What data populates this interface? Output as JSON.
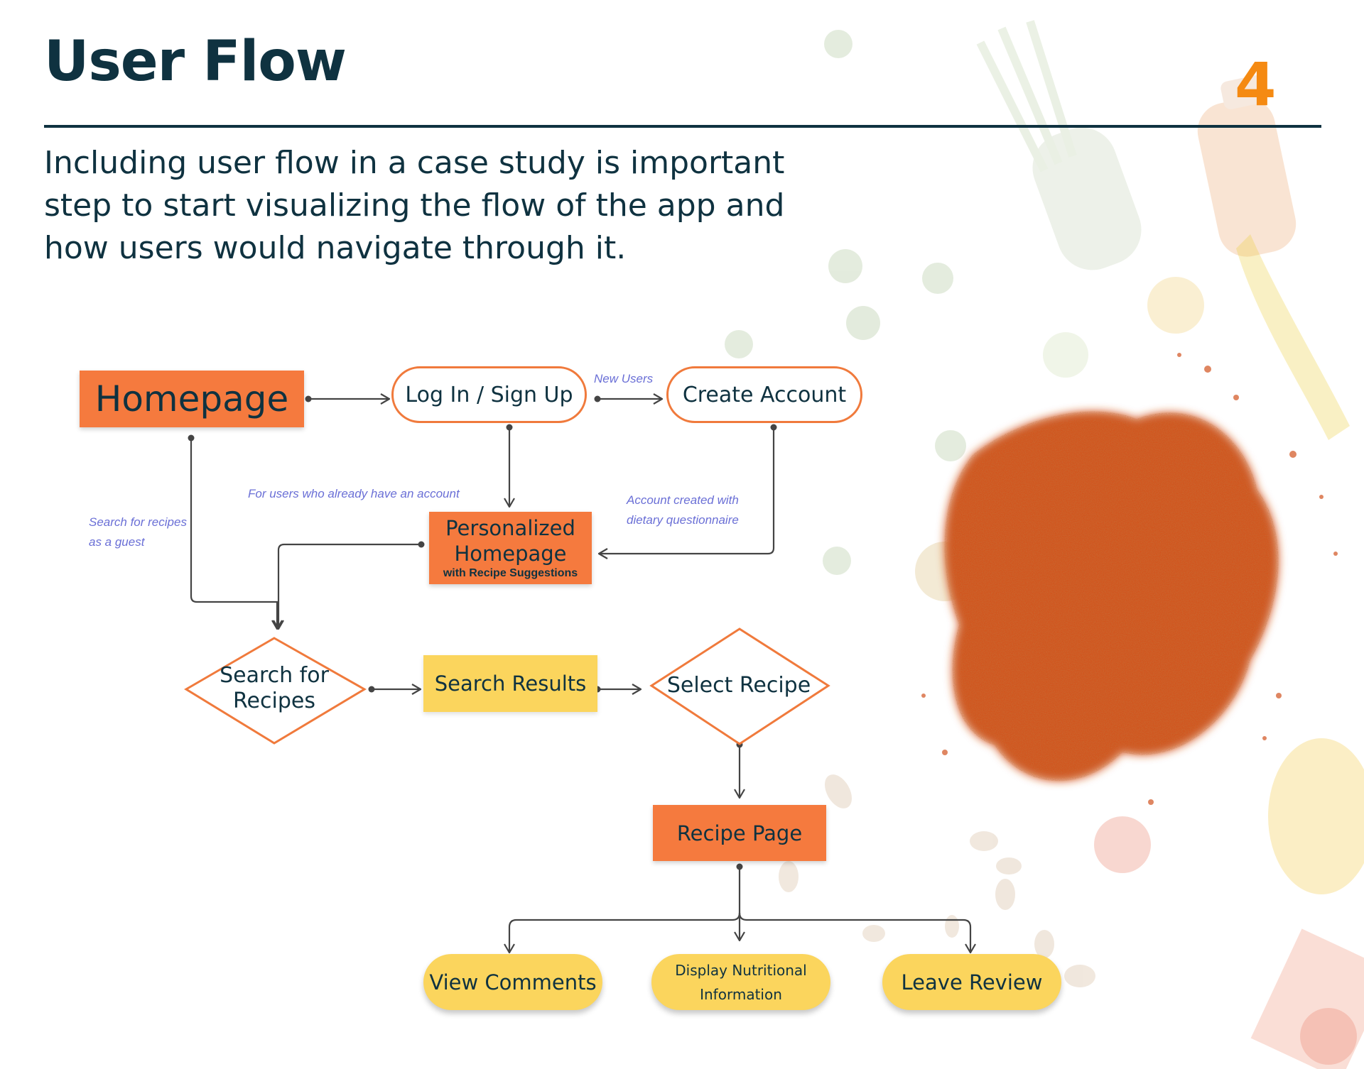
{
  "header": {
    "title": "User Flow",
    "page_number": "4"
  },
  "intro": {
    "lines": [
      "Including user flow in a case study is important",
      "step to start visualizing the flow of the app and",
      "how users would navigate through it."
    ]
  },
  "colors": {
    "accent_orange": "#f57a3e",
    "accent_yellow": "#fbd55d",
    "outline_orange": "#f07a3c",
    "title_navy": "#0f3240",
    "page_number_orange": "#f58a12",
    "note_purple": "#6a6fd6",
    "spice": "#d2531f"
  },
  "flow": {
    "homepage": "Homepage",
    "login_signup": "Log In / Sign Up",
    "create_account": "Create Account",
    "personalized_homepage_line1": "Personalized",
    "personalized_homepage_line2": "Homepage",
    "personalized_homepage_sub": "with Recipe Suggestions",
    "search_for_recipes_line1": "Search for",
    "search_for_recipes_line2": "Recipes",
    "search_results": "Search Results",
    "select_recipe": "Select Recipe",
    "recipe_page": "Recipe Page",
    "view_comments": "View Comments",
    "display_nutritional_line1": "Display Nutritional",
    "display_nutritional_line2": "Information",
    "leave_review": "Leave Review"
  },
  "notes": {
    "new_users": "New Users",
    "existing_users": "For users who already have an account",
    "guest_line1": "Search for recipes",
    "guest_line2": "as a guest",
    "account_created_line1": "Account created with",
    "account_created_line2": "dietary questionnaire"
  },
  "background": {
    "icons": [
      "vegetable-icon",
      "spice-powder-icon",
      "juice-bottle-icon",
      "pepper-icon",
      "tomato-icon",
      "brussels-sprout-icon",
      "almond-icon"
    ]
  }
}
